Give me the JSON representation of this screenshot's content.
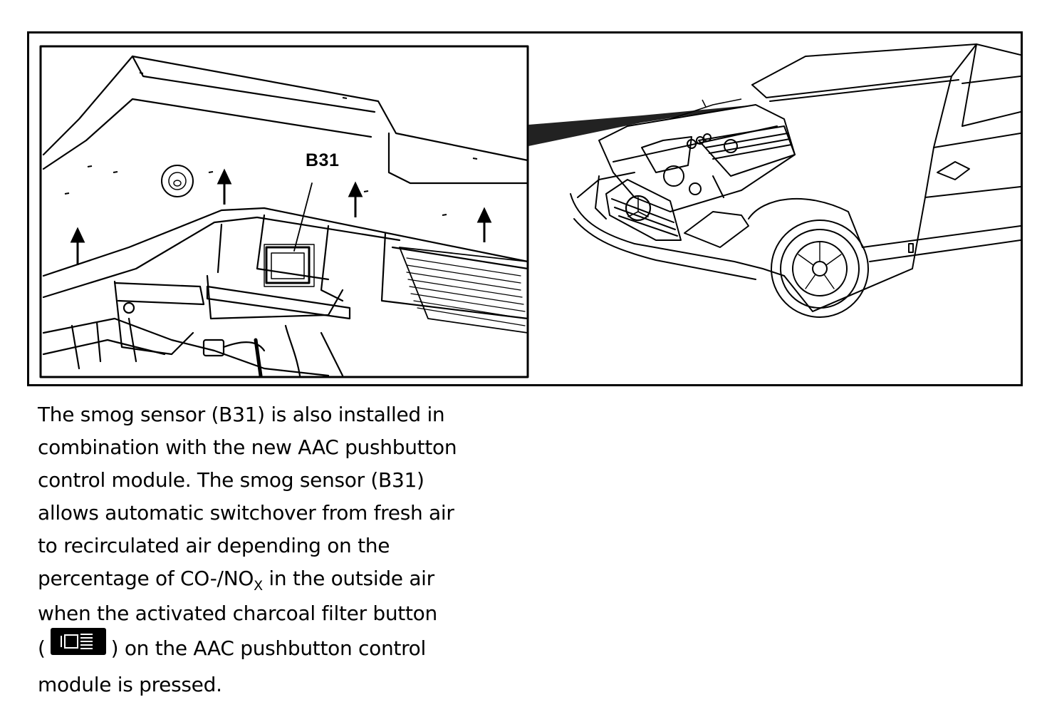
{
  "figure": {
    "callout_label": "B31"
  },
  "caption": {
    "line1": "The smog sensor (B31) is also installed in",
    "line2": "combination with the new AAC pushbutton",
    "line3": "control module. The smog sensor (B31)",
    "line4": "allows automatic switchover from fresh air",
    "line5": "to recirculated air depending on the",
    "line6_pre": "percentage of CO-/NO",
    "line6_sub": "X",
    "line6_post": " in the outside air",
    "line7": "when the activated charcoal filter button",
    "line8_pre": "(",
    "line8_icon": "activated-charcoal-filter-button-icon",
    "line8_post": ") on the AAC pushbutton control",
    "line9": "module is pressed."
  }
}
